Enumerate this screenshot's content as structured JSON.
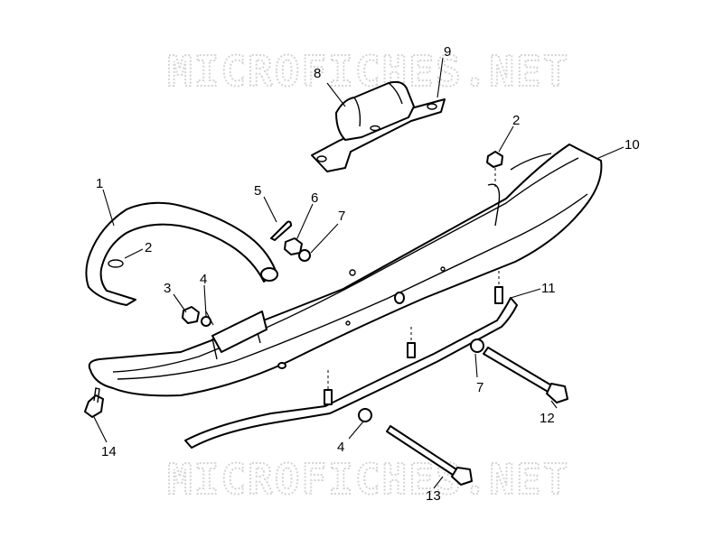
{
  "watermark": {
    "top": "MICROFICHES.NET",
    "bottom": "MICROFICHES.NET"
  },
  "callouts": [
    {
      "id": "c1",
      "label": "1"
    },
    {
      "id": "c2a",
      "label": "2"
    },
    {
      "id": "c2b",
      "label": "2"
    },
    {
      "id": "c3",
      "label": "3"
    },
    {
      "id": "c4a",
      "label": "4"
    },
    {
      "id": "c4b",
      "label": "4"
    },
    {
      "id": "c5",
      "label": "5"
    },
    {
      "id": "c6",
      "label": "6"
    },
    {
      "id": "c7a",
      "label": "7"
    },
    {
      "id": "c7b",
      "label": "7"
    },
    {
      "id": "c8",
      "label": "8"
    },
    {
      "id": "c9",
      "label": "9"
    },
    {
      "id": "c10",
      "label": "10"
    },
    {
      "id": "c11",
      "label": "11"
    },
    {
      "id": "c12",
      "label": "12"
    },
    {
      "id": "c13",
      "label": "13"
    },
    {
      "id": "c14",
      "label": "14"
    }
  ]
}
